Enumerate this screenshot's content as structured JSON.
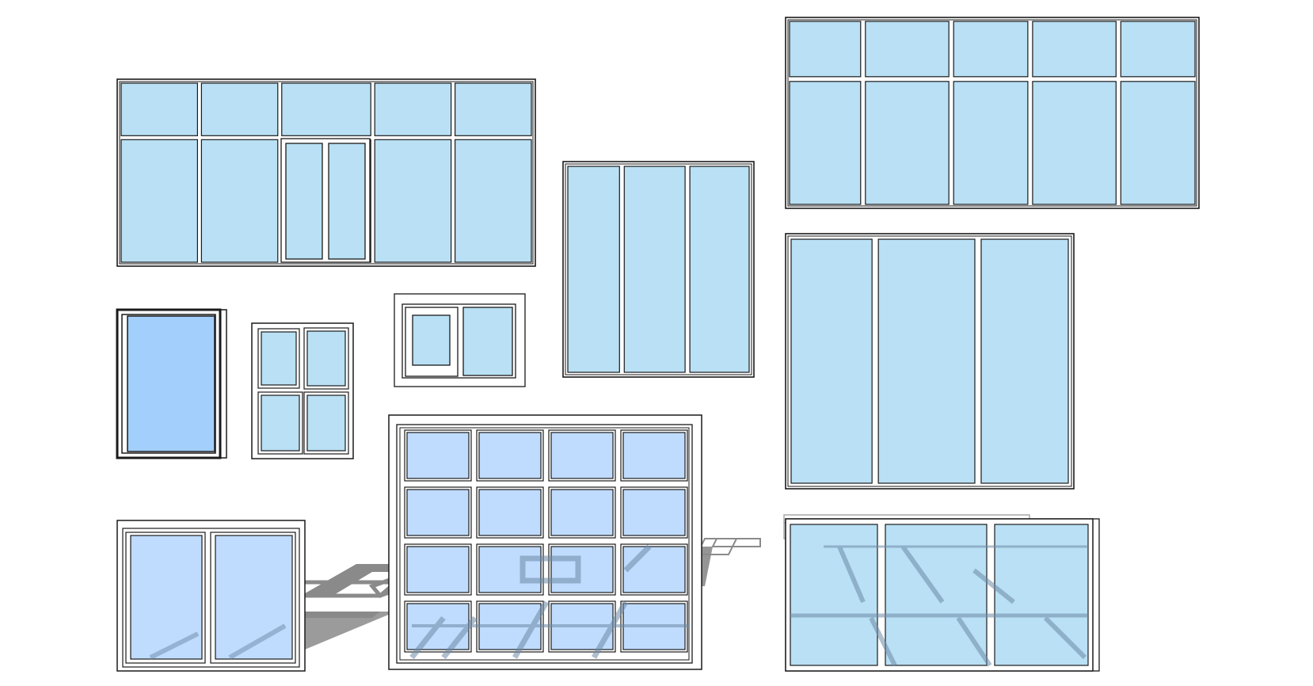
{
  "scene": {
    "subject": "window-and-glazed-wall-models",
    "colors": {
      "background": "#ffffff",
      "frame": "#ffffff",
      "outline": "#1a1a1a",
      "glass": "#b9e0f4",
      "glass_alt": "#a3cffc",
      "glass_grid": "#bfdcff",
      "shadow": "#8a8a8a",
      "reflection": "#6d8aa6"
    },
    "windows": [
      {
        "id": "storefront-double-door",
        "columns": 5,
        "rows": 2,
        "has_door": true
      },
      {
        "id": "curtain-wall-tall-top-right",
        "columns": 5,
        "rows": 2
      },
      {
        "id": "triple-tall-panel",
        "columns": 3,
        "rows": 1
      },
      {
        "id": "large-triple-panel",
        "columns": 3,
        "rows": 1
      },
      {
        "id": "single-casement",
        "columns": 1,
        "rows": 1
      },
      {
        "id": "four-pane-sash",
        "columns": 2,
        "rows": 2
      },
      {
        "id": "small-twin-pane",
        "columns": 2,
        "rows": 1
      },
      {
        "id": "grid-window-16",
        "columns": 4,
        "rows": 4
      },
      {
        "id": "sliding-double-bottom-left",
        "columns": 2,
        "rows": 1
      },
      {
        "id": "sliding-triple-bottom-right",
        "columns": 3,
        "rows": 1
      }
    ]
  }
}
